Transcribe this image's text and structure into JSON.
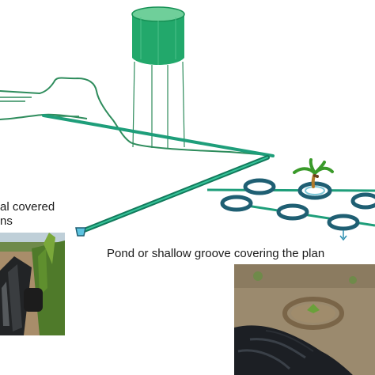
{
  "labels": {
    "left_line1": "al covered",
    "left_line2": "ns",
    "pond": "Pond or  shallow groove covering the plan"
  },
  "colors": {
    "pipe": "#1e9e7a",
    "pipe_dark": "#127a5c",
    "tank": "#22a86b",
    "ring": "#1f5f73",
    "ring_inner": "#ffffff",
    "outline": "#2e8c5c",
    "palm_leaf": "#3a9a2a",
    "palm_trunk": "#b07a2a",
    "soil": "#a88d6a"
  },
  "icons": {
    "tank": "water-tank-icon",
    "palm": "palm-tree-icon",
    "emitter": "drip-emitter-icon",
    "arrow": "arrow-down-icon"
  }
}
